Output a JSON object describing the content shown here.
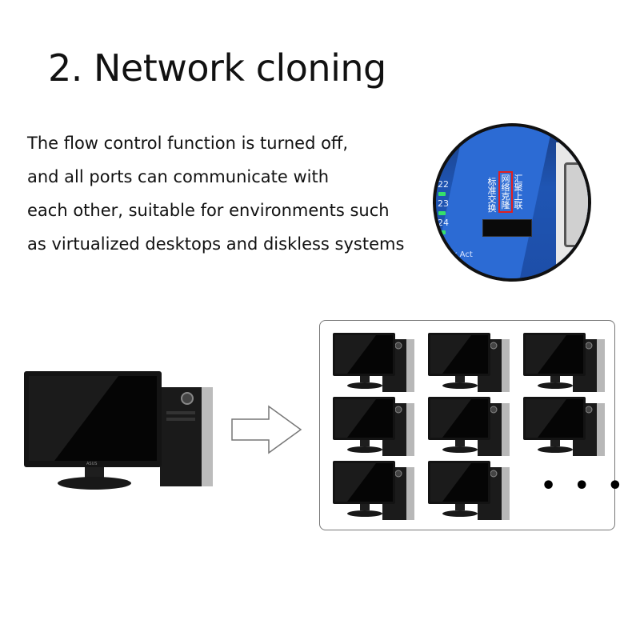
{
  "title": "2. Network cloning",
  "description": [
    "The flow control function is turned off,",
    "and all ports can communicate with",
    "each other, suitable for environments such",
    "as virtualized desktops and diskless systems"
  ],
  "switch_closeup": {
    "port_numbers": [
      "22",
      "23",
      "24"
    ],
    "mode_labels": [
      {
        "text": "标准交换",
        "selected": false
      },
      {
        "text": "网络克隆",
        "selected": true
      },
      {
        "text": "汇聚上联",
        "selected": false
      }
    ],
    "legend": "Link  Act",
    "colors": {
      "panel": "#1f55b3",
      "highlight": "#e02020",
      "led": "#36e06a"
    }
  },
  "source_pc": {
    "brand": "ASUS"
  },
  "arrow_icon": "right-arrow-outline",
  "clones": {
    "count_shown": 8,
    "ellipsis": "• • •"
  }
}
